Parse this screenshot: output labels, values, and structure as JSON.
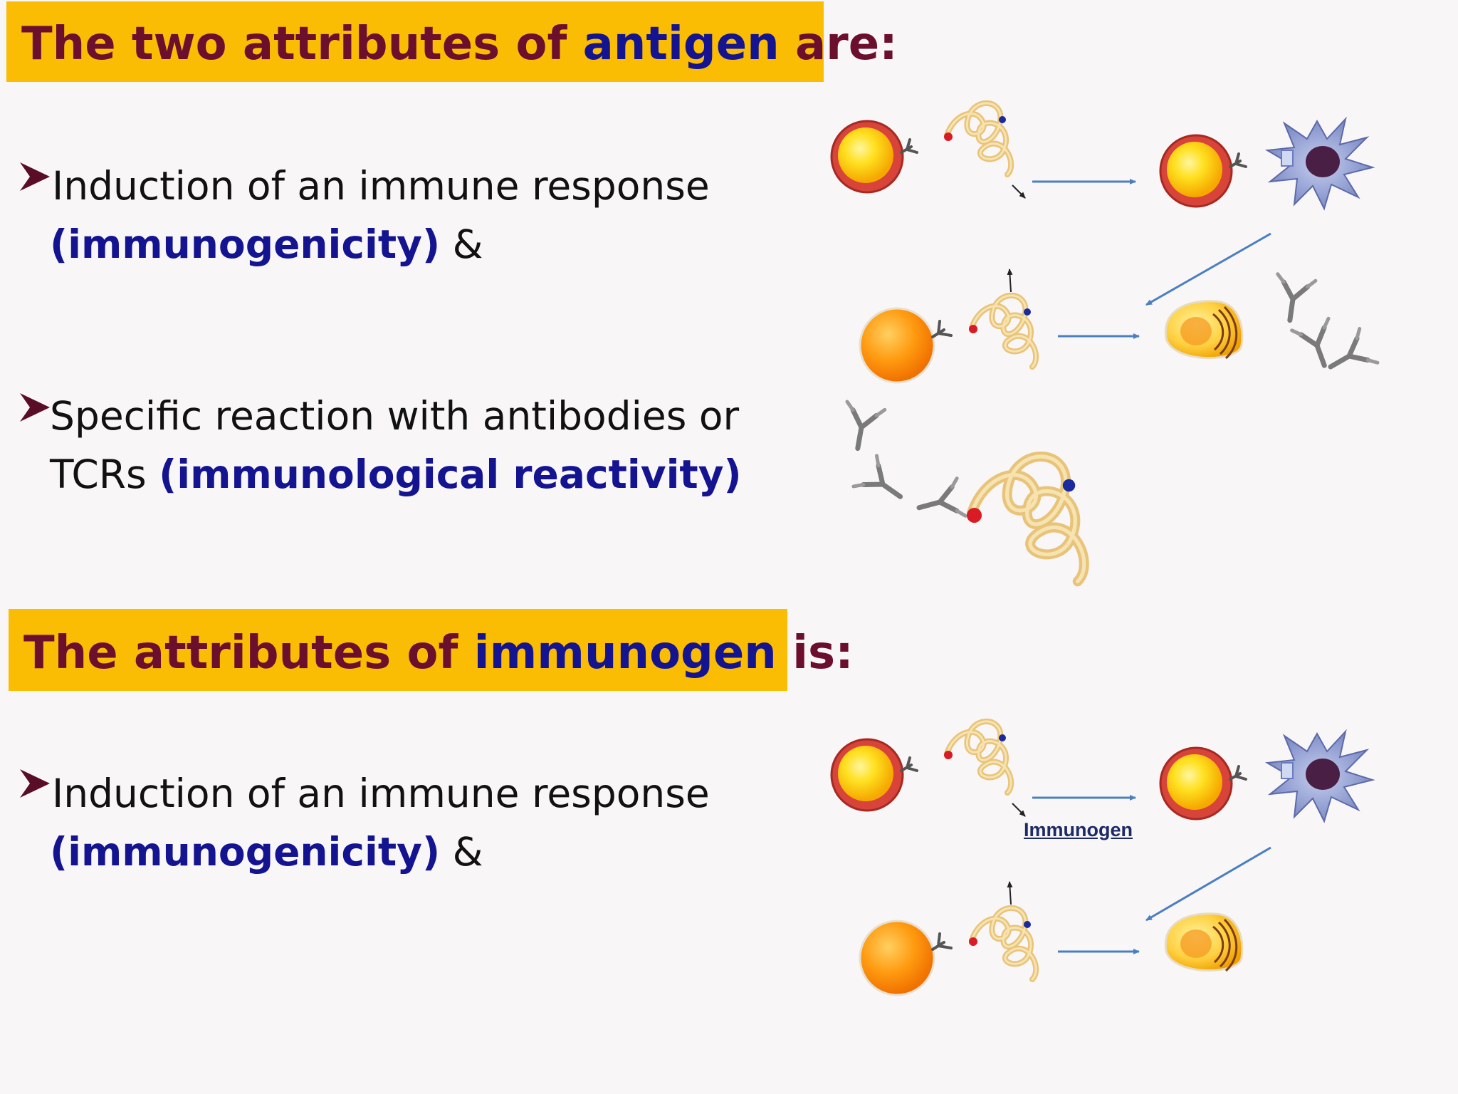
{
  "headings": {
    "antigen": {
      "part1": "The two attributes of ",
      "highlight": "antigen",
      "part2": " are:"
    },
    "immunogen": {
      "part1": "The attributes of ",
      "highlight": "immunogen",
      "part2": " is:"
    }
  },
  "bullets": {
    "b1": {
      "line1": "Induction of an immune response",
      "kw": "(immunogenicity)",
      "tail": " &"
    },
    "b2": {
      "line1": " Specific reaction with antibodies or",
      "pre": "TCRs ",
      "kw": "(immunological reactivity)"
    },
    "b3": {
      "line1": "Induction of an immune response",
      "kw": "(immunogenicity)",
      "tail": " &"
    }
  },
  "diagram": {
    "caption": "Immunogen"
  },
  "colors": {
    "heading_bg": "#fbbc04",
    "heading_text": "#6b0f2d",
    "keyword_blue": "#141491",
    "arrow_blue": "#4a7fc1"
  },
  "icons": [
    "bullet-arrow-icon",
    "b-cell-icon",
    "antigen-chain-icon",
    "dendritic-cell-icon",
    "plasma-cell-icon",
    "antibody-icon"
  ]
}
